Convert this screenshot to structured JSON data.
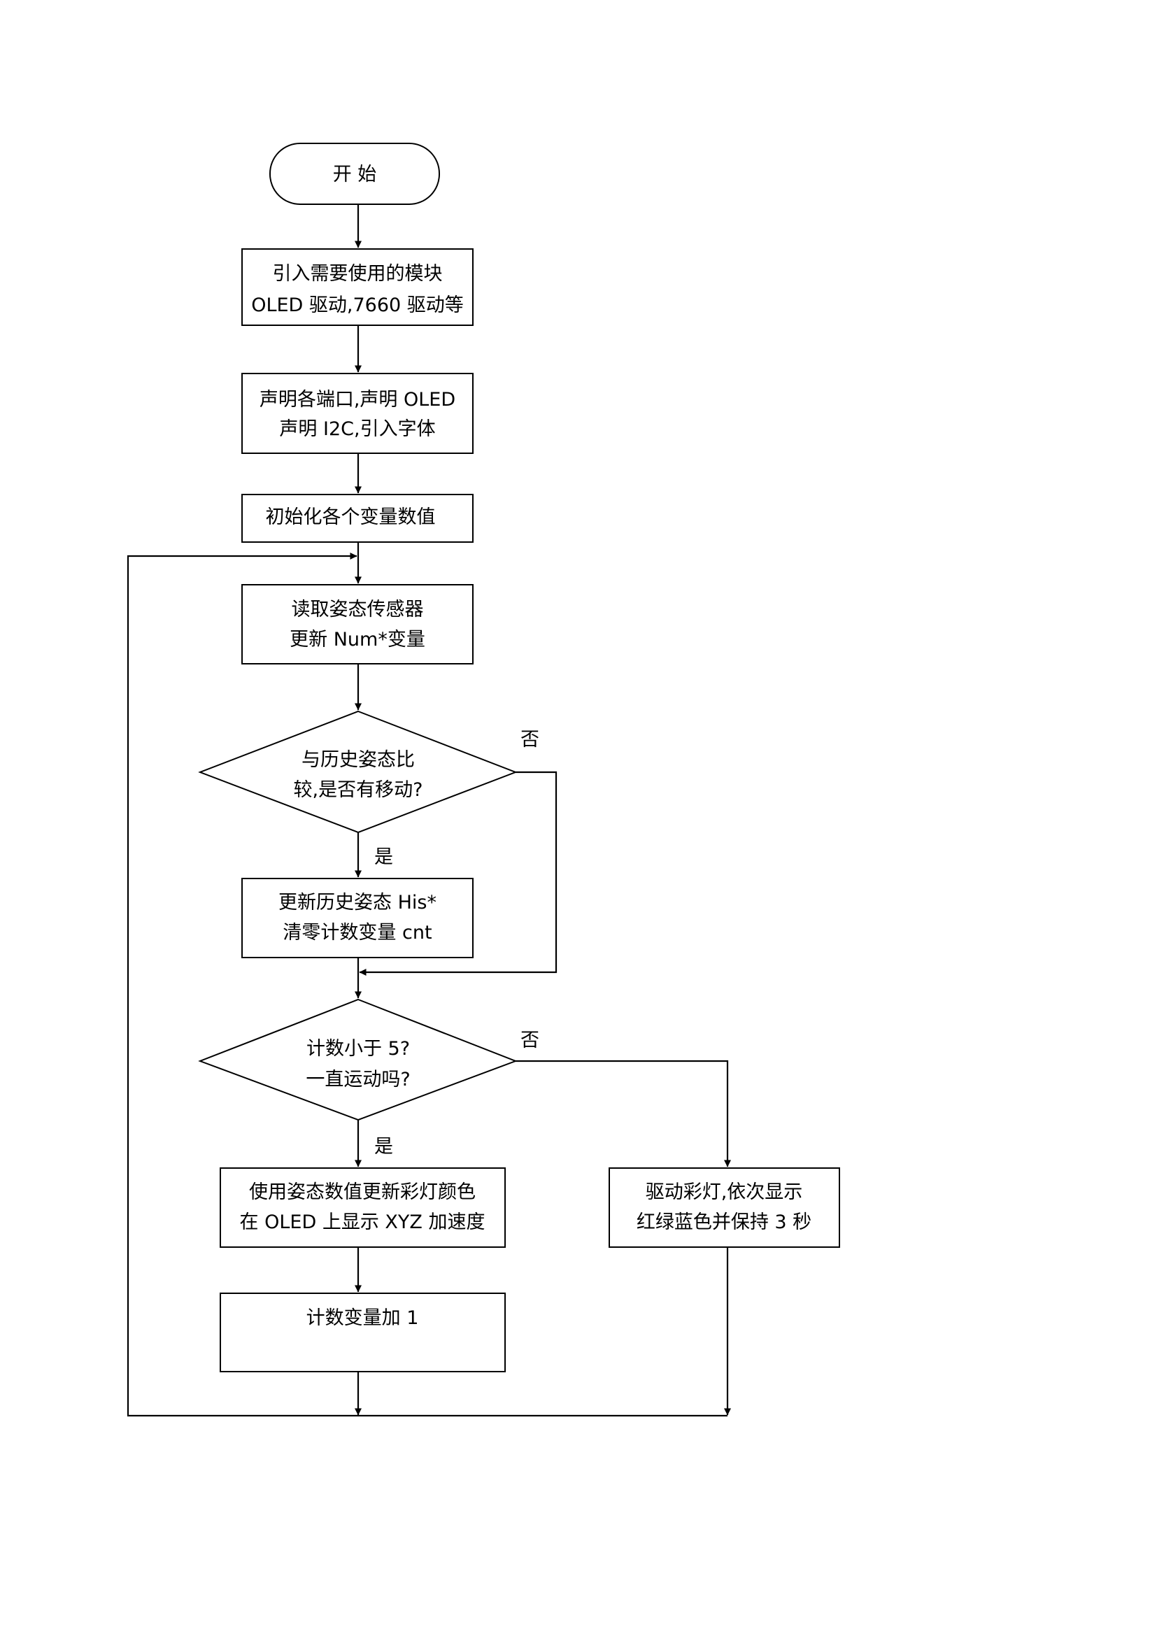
{
  "nodes": {
    "start": "开 始",
    "import_modules": [
      "引入需要使用的模块",
      "OLED 驱动,7660 驱动等"
    ],
    "declare_ports": [
      "声明各端口,声明 OLED",
      "声明 I2C,引入字体"
    ],
    "init_vars": "初始化各个变量数值",
    "read_sensor": [
      "读取姿态传感器",
      "更新 Num*变量"
    ],
    "compare_history": [
      "与历史姿态比",
      "较,是否有移动?"
    ],
    "update_history": [
      "更新历史姿态 His*",
      "清零计数变量 cnt"
    ],
    "count_check": [
      "计数小于 5?",
      "一直运动吗?"
    ],
    "update_light": [
      "使用姿态数值更新彩灯颜色",
      "在 OLED 上显示 XYZ 加速度"
    ],
    "increment_counter": "计数变量加 1",
    "drive_light": [
      "驱动彩灯,依次显示",
      "红绿蓝色并保持 3 秒"
    ]
  },
  "edge_labels": {
    "compare_no": "否",
    "compare_yes": "是",
    "count_no": "否",
    "count_yes": "是"
  }
}
